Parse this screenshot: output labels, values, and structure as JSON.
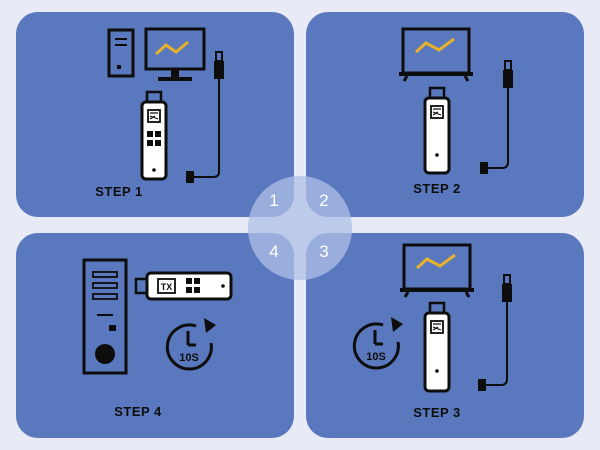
{
  "steps": {
    "step1": {
      "label": "STEP 1"
    },
    "step2": {
      "label": "STEP 2"
    },
    "step3": {
      "label": "STEP 3"
    },
    "step4": {
      "label": "STEP 4"
    }
  },
  "badges": [
    "1",
    "2",
    "3",
    "4"
  ],
  "timer_text": "10S",
  "dongle_text": "TX",
  "colors": {
    "background": "#e8ebf5",
    "panel": "#5a78be",
    "circle": "#afc0e6",
    "screen_wave": "#e8b12a",
    "icon": "#0d0d0d"
  }
}
